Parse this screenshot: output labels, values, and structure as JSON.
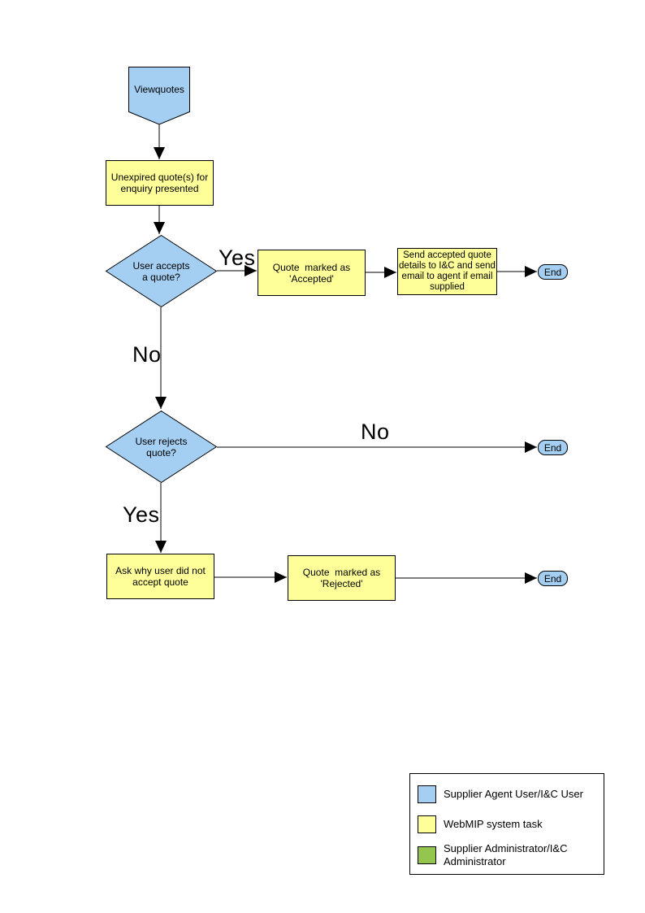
{
  "colors": {
    "user_task_blue": "#A4CFF2",
    "system_task_yellow": "#FFFF99",
    "admin_green": "#94C64F"
  },
  "nodes": {
    "start": {
      "label": "Viewquotes"
    },
    "present_quotes": {
      "label": "Unexpired quote(s) for\nenquiry presented"
    },
    "accept_decision": {
      "label": "User accepts\na quote?"
    },
    "mark_accepted": {
      "label": "Quote  marked as\n'Accepted'"
    },
    "send_details": {
      "label": "Send accepted quote\ndetails to I&C and send\nemail to agent if email\nsupplied"
    },
    "end_accepted": {
      "label": "End"
    },
    "reject_decision": {
      "label": "User rejects\nquote?"
    },
    "end_not_rejected": {
      "label": "End"
    },
    "ask_why": {
      "label": "Ask why user did not\naccept quote"
    },
    "mark_rejected": {
      "label": "Quote  marked as\n'Rejected'"
    },
    "end_rejected": {
      "label": "End"
    }
  },
  "edge_labels": {
    "accept_yes": "Yes",
    "accept_no": "No",
    "reject_no": "No",
    "reject_yes": "Yes"
  },
  "legend": {
    "item_blue": "Supplier Agent User/I&C User",
    "item_yellow": "WebMIP system task",
    "item_green": "Supplier Administrator/I&C\nAdministrator"
  }
}
